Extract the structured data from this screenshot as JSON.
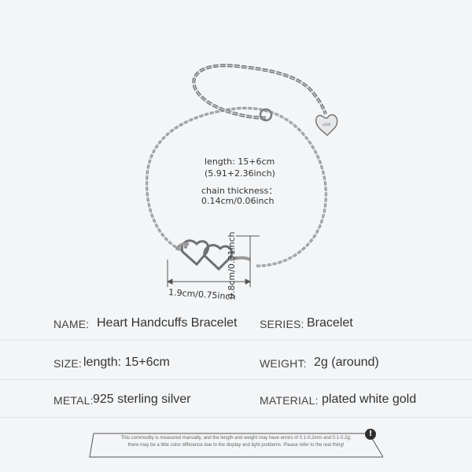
{
  "measurements": {
    "length_label": "length: 15+6cm",
    "length_inch": "(5.91+2.36inch)",
    "thickness_label": "chain thickness：",
    "thickness_value": "0.14cm/0.06inch",
    "width_dim": "1.9cm/0.75inch",
    "height_dim": "0.8cm/0.31inch"
  },
  "specs": {
    "name_label": "NAME:",
    "name_value": "Heart Handcuffs Bracelet",
    "series_label": "SERIES:",
    "series_value": "Bracelet",
    "size_label": "SIZE:",
    "size_value": "length: 15+6cm",
    "weight_label": "WEIGHT:",
    "weight_value": "2g (around)",
    "metal_label": "METAL:",
    "metal_value": "925 sterling silver",
    "material_label": "MATERIAL:",
    "material_value": "plated white gold"
  },
  "disclaimer": {
    "line1": "This commodity is measured manually, and the length and weight may have errors of 0.1-0.2mm and 0.1-0.2g;",
    "line2": "there may be a little color difference due to the display and light problems. Please refer to the real thing!",
    "icon": "exclamation-icon"
  }
}
